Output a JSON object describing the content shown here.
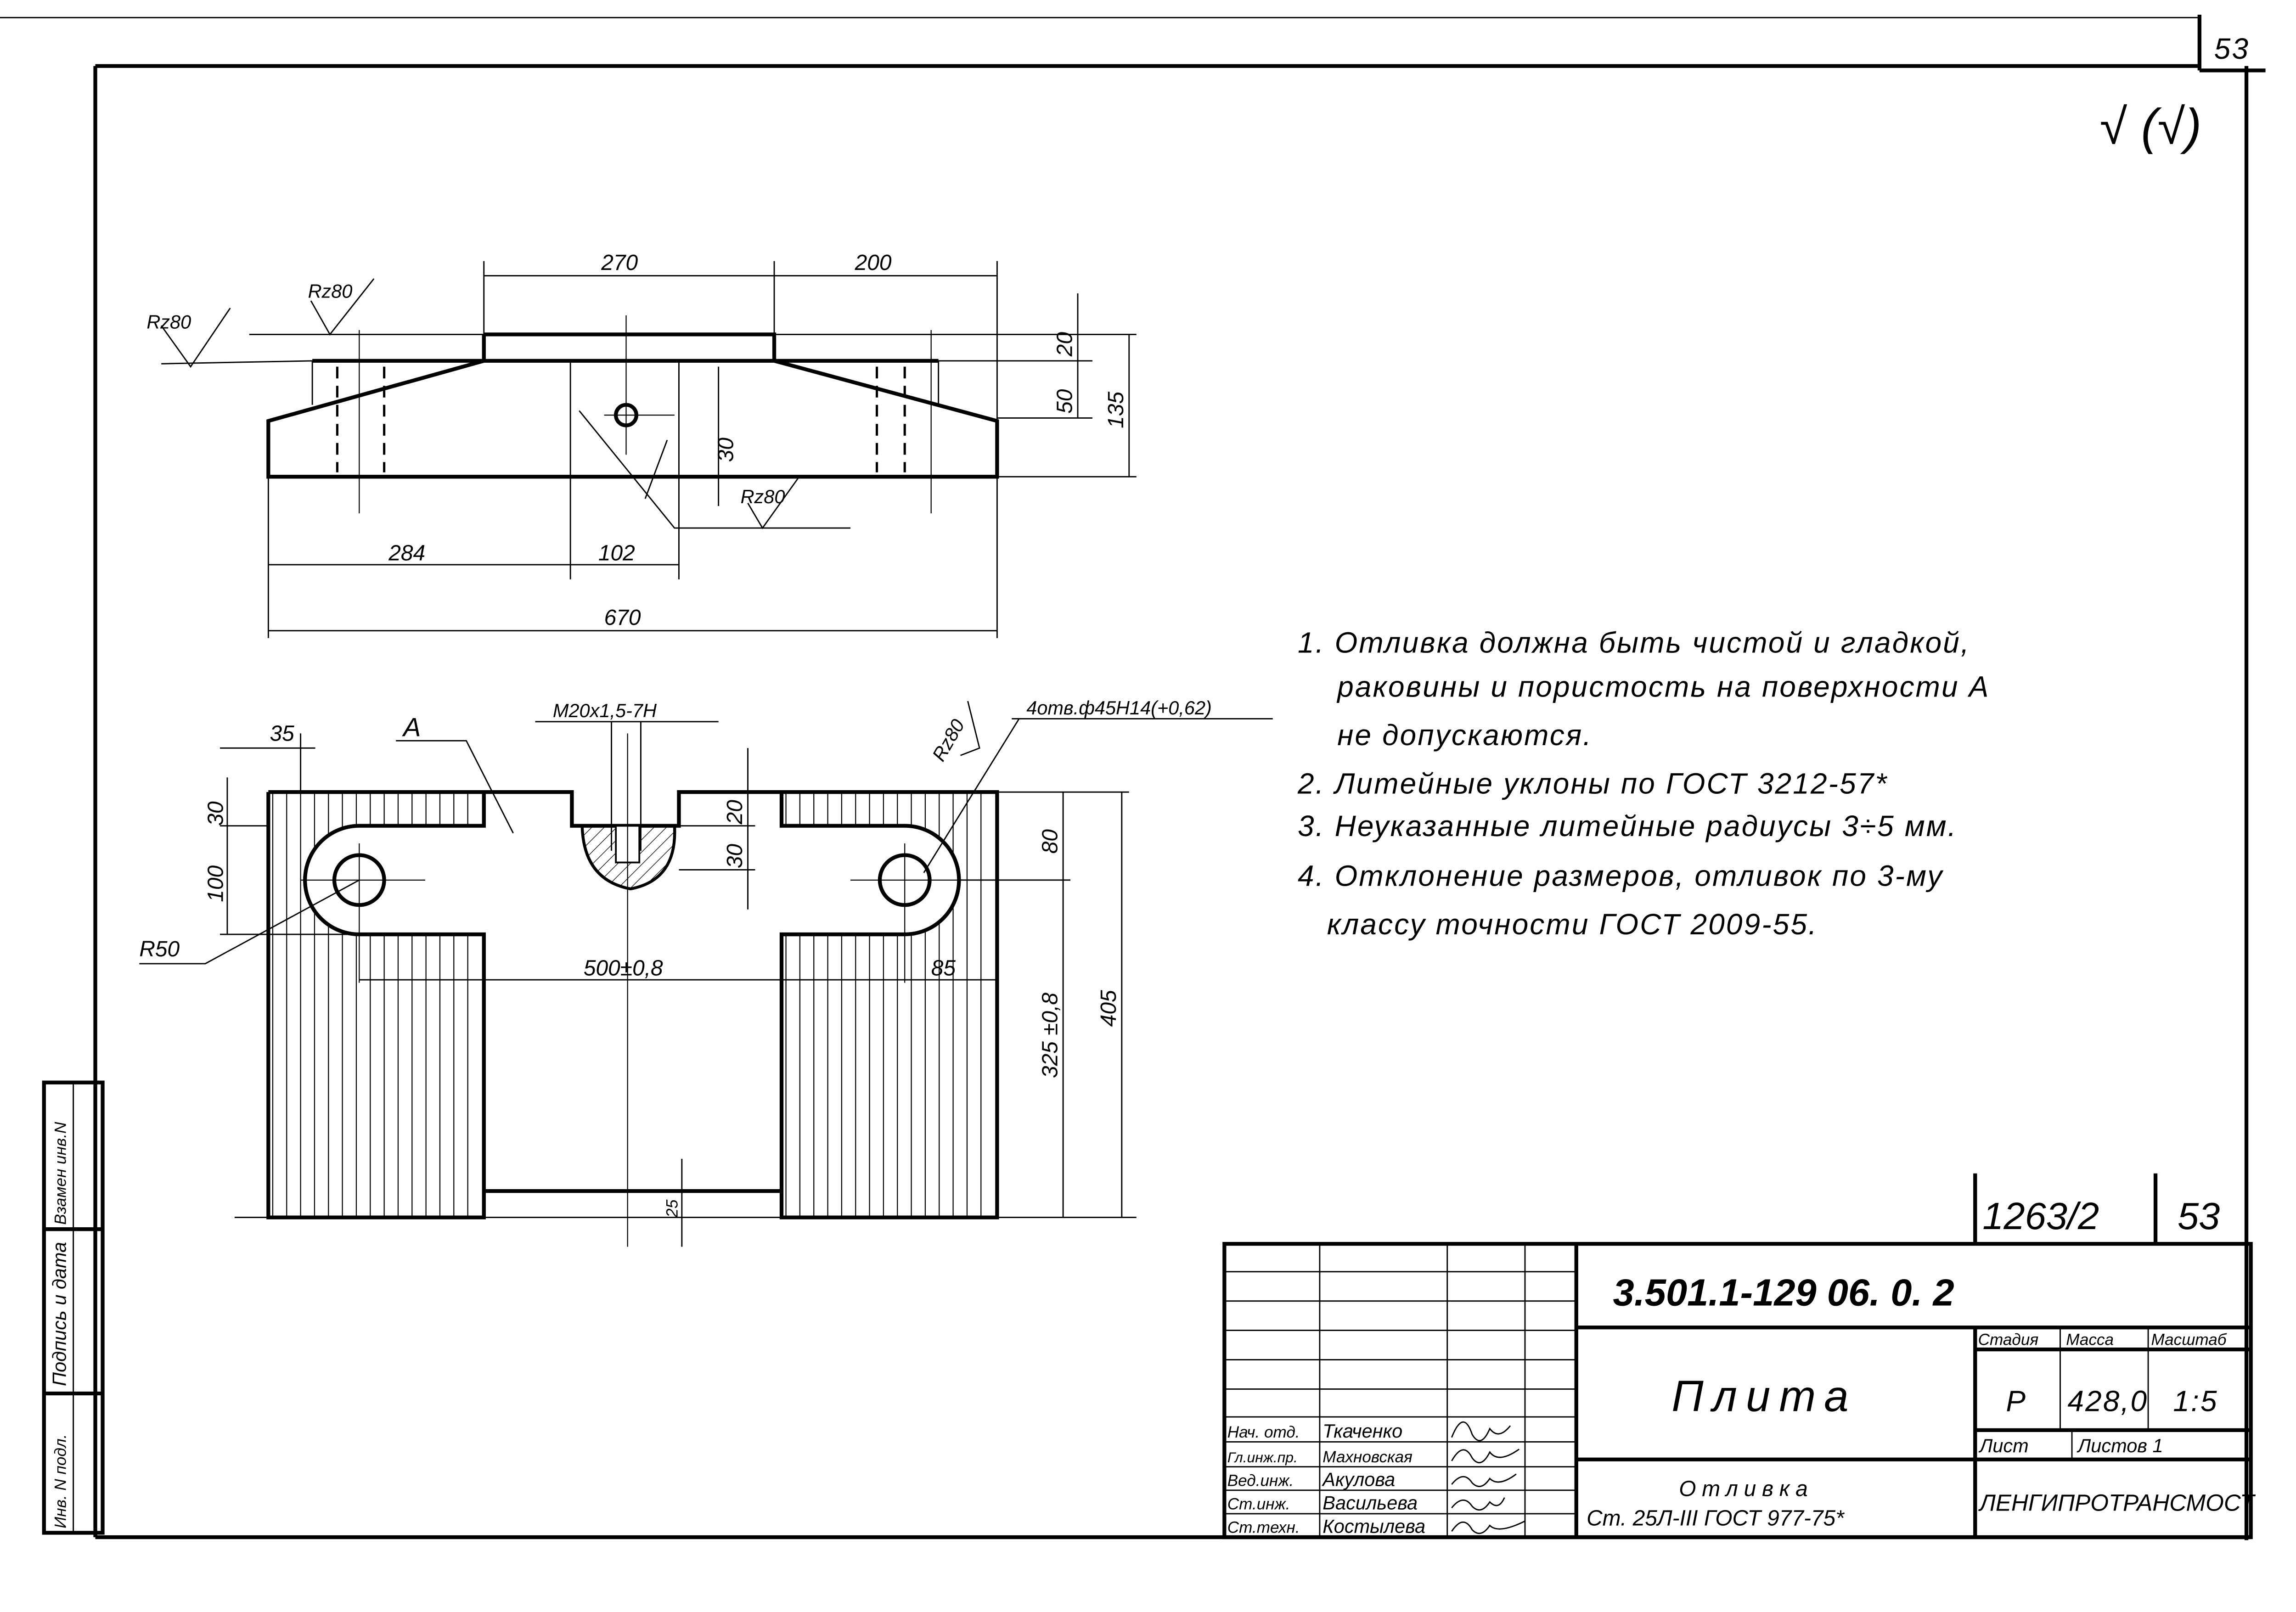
{
  "sheet": {
    "page_number": "53",
    "roughness_symbol": "√ (√)"
  },
  "elevation": {
    "dims": {
      "d270": "270",
      "d200": "200",
      "d20": "20",
      "d50": "50",
      "d135": "135",
      "d30": "30",
      "d284": "284",
      "d102": "102",
      "d670": "670"
    },
    "roughness": [
      "Rz80",
      "Rz80",
      "Rz80"
    ]
  },
  "plan": {
    "dims": {
      "d35": "35",
      "d30": "30",
      "d100": "100",
      "d20": "20",
      "d30b": "30",
      "d80": "80",
      "d325": "325 ±0,8",
      "d405": "405",
      "d500": "500±0,8",
      "d85": "85",
      "d25": "25"
    },
    "surface_label": "A",
    "radius_label": "R50",
    "thread_label": "M20x1,5-7H",
    "holes_label": "4отв.ф45H14(+0,62)",
    "roughness": "Rz80"
  },
  "notes": [
    "1. Отливка должна быть чистой и гладкой,",
    "раковины и пористость на поверхности А",
    "не допускаются.",
    "2. Литейные уклоны по ГОСТ 3212-57*",
    "3. Неуказанные литейные радиусы 3÷5 мм.",
    "4. Отклонение размеров, отливок по 3-му",
    "классу точности ГОСТ 2009-55."
  ],
  "title_block": {
    "album": "1263/2",
    "album_sheet": "53",
    "designation": "3.501.1-129 06. 0. 2",
    "part_name": "Плита",
    "material_line1": "Отливка",
    "material_line2": "Ст. 25Л-III   ГОСТ 977-75*",
    "organization": "ЛЕНГИПРОТРАНСМОСТ",
    "headers": {
      "stage": "Стадия",
      "mass": "Масса",
      "scale": "Масштаб"
    },
    "stage": "Р",
    "mass": "428,0",
    "scale": "1:5",
    "sheet_label": "Лист",
    "sheets_label": "Листов 1",
    "signatories": [
      {
        "role": "Нач. отд.",
        "name": "Ткаченко"
      },
      {
        "role": "Гл.инж.пр.",
        "name": "Махновская"
      },
      {
        "role": "Вед.инж.",
        "name": "Акулова"
      },
      {
        "role": "Ст.инж.",
        "name": "Васильева"
      },
      {
        "role": "Ст.техн.",
        "name": "Костылева"
      }
    ]
  },
  "side_strip": {
    "replace_inv": "Взамен инв.N",
    "signature_date": "Подпись и дата",
    "inv_original": "Инв. N подл."
  }
}
